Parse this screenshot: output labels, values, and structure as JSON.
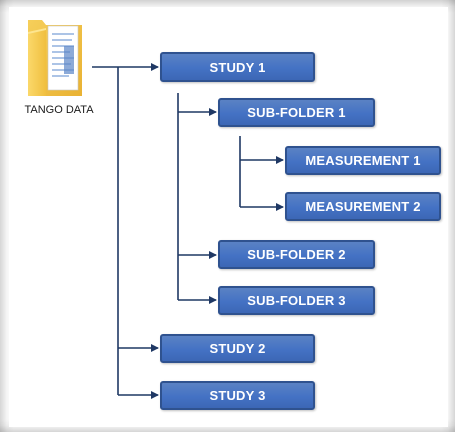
{
  "folder": {
    "label": "TANGO DATA",
    "icon": "folder-icon"
  },
  "nodes": {
    "study1": "STUDY 1",
    "subfolder1": "SUB-FOLDER 1",
    "measurement1": "MEASUREMENT 1",
    "measurement2": "MEASUREMENT 2",
    "subfolder2": "SUB-FOLDER 2",
    "subfolder3": "SUB-FOLDER 3",
    "study2": "STUDY 2",
    "study3": "STUDY 3"
  },
  "colors": {
    "node_fill": "#4472c4",
    "node_border": "#2f528f",
    "connector": "#1f3864",
    "folder": "#f5c542"
  }
}
